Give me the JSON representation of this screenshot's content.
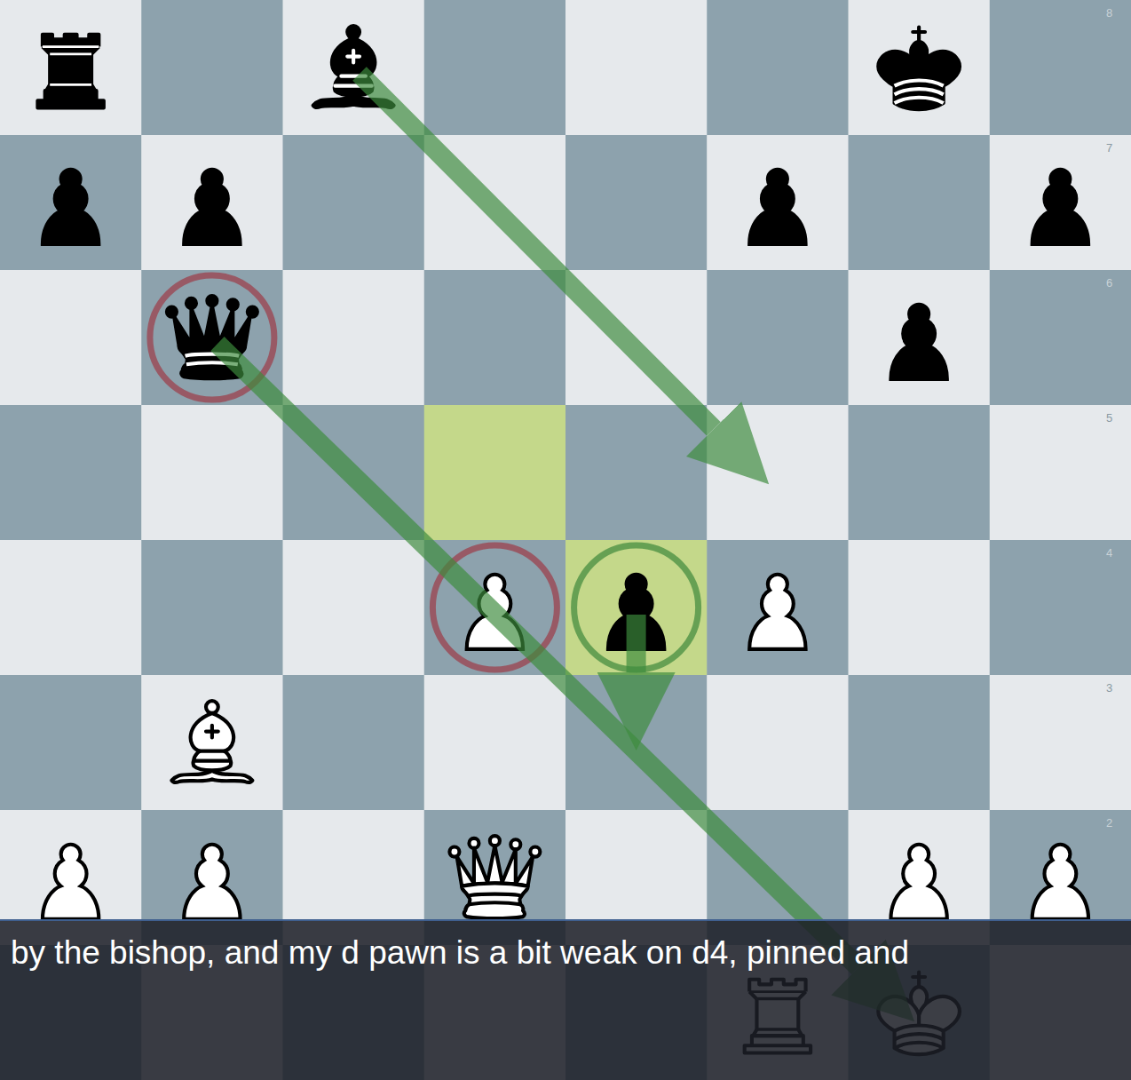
{
  "diagram": {
    "labels": [
      "8",
      "7",
      "6",
      "5",
      "4",
      "3",
      "2",
      "by the bishop, and my d pawn is a bit weak on d4, pinned and"
    ]
  }
}
